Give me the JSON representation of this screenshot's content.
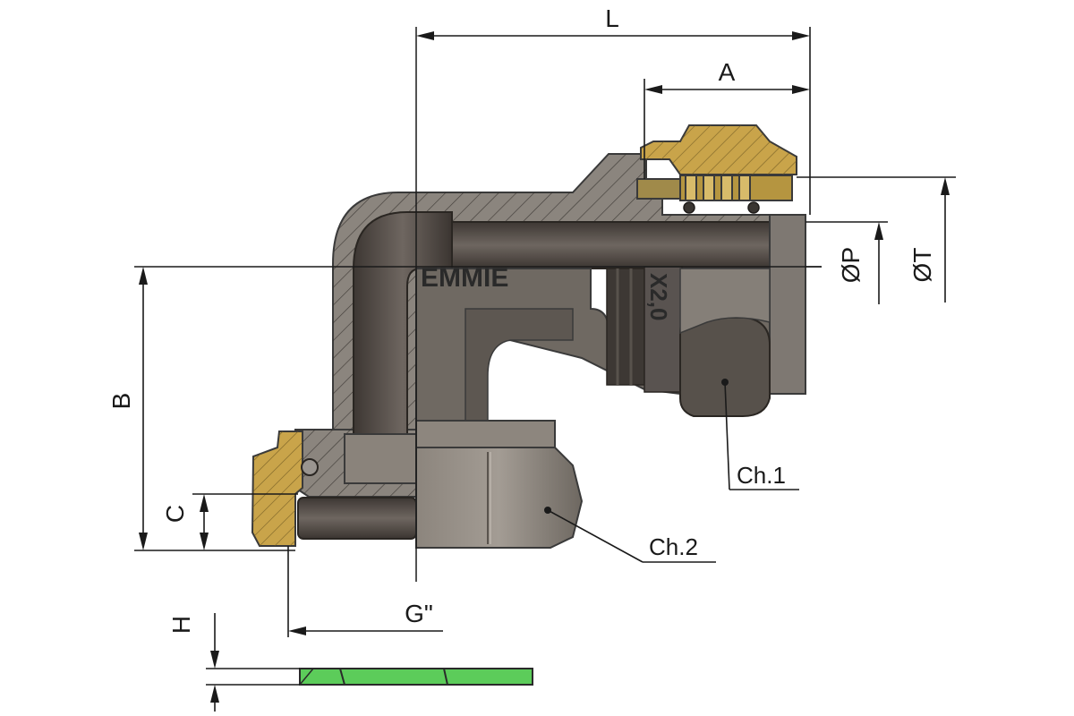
{
  "dimensions": {
    "L": "L",
    "A": "A",
    "B": "B",
    "C": "C",
    "G": "G\"",
    "H": "H",
    "P": "ØP",
    "T": "ØT"
  },
  "callouts": {
    "ch1": "Ch.1",
    "ch2": "Ch.2"
  },
  "body_markings": {
    "brand": "EMMIE",
    "size": "X2,0"
  },
  "colors": {
    "body": "#7a746c",
    "body_dark": "#4f4a44",
    "bore": "#5a534c",
    "brass": "#c9a44a",
    "washer": "#5ccc5a",
    "lines": "#1a1a1a"
  }
}
